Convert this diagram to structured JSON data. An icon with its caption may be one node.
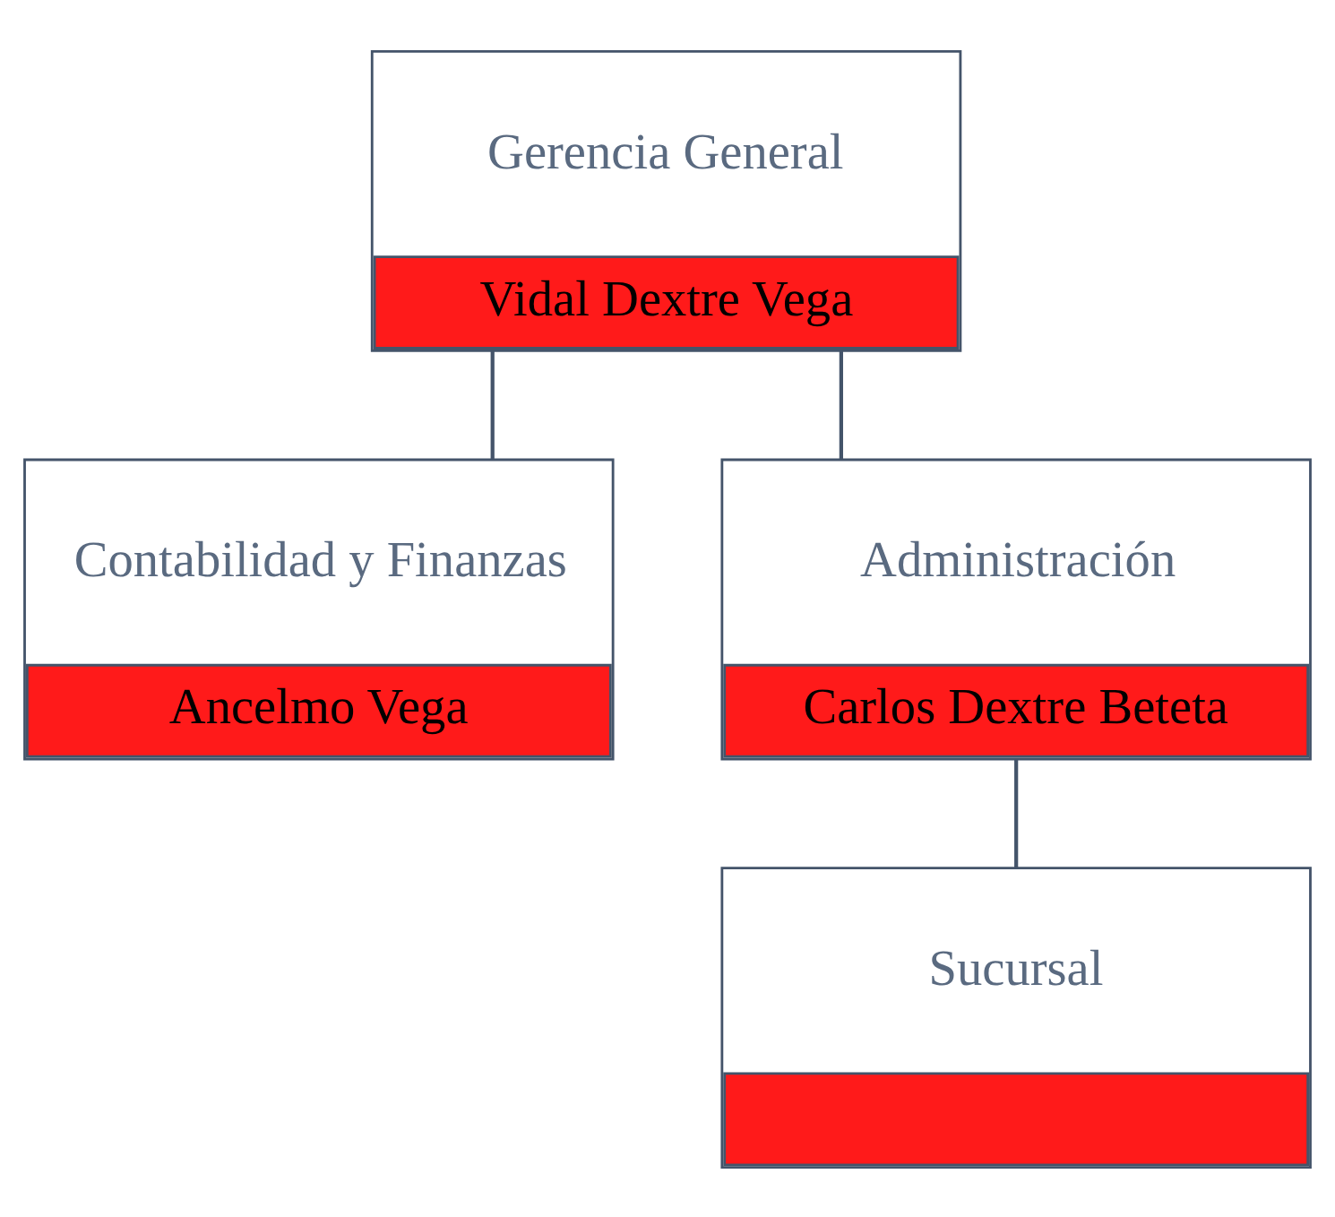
{
  "diagram": {
    "nodes": [
      {
        "text": [
          "Gerencia General",
          "Vidal Dextre Vega"
        ]
      },
      {
        "text": [
          "Contabilidad y Finanzas",
          "Ancelmo Vega"
        ]
      },
      {
        "text": [
          "Administración",
          "Carlos Dextre Beteta"
        ]
      },
      {
        "text": [
          "Sucursal"
        ]
      }
    ],
    "edges": [
      {
        "from": 0,
        "to": 1,
        "arrow": "none"
      },
      {
        "from": 0,
        "to": 2,
        "arrow": "none"
      },
      {
        "from": 2,
        "to": 3,
        "arrow": "none"
      }
    ]
  }
}
